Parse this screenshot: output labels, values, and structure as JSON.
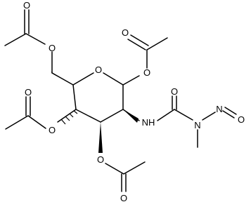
{
  "atoms": {
    "o_acetyl_c6": "O",
    "o_ring": "O",
    "o_acetyl_c1": "O",
    "o_carbonyl_c6": "O",
    "o_carbonyl_c1": "O",
    "o_acetyl_c4": "O",
    "o_carbonyl_c4": "O",
    "nh_urea": "NH",
    "o_carbonyl_urea": "O",
    "n_methyl": "N",
    "n_nitroso": "N",
    "o_nitroso": "O",
    "o_acetyl_c3": "O",
    "o_carbonyl_c3": "O"
  }
}
